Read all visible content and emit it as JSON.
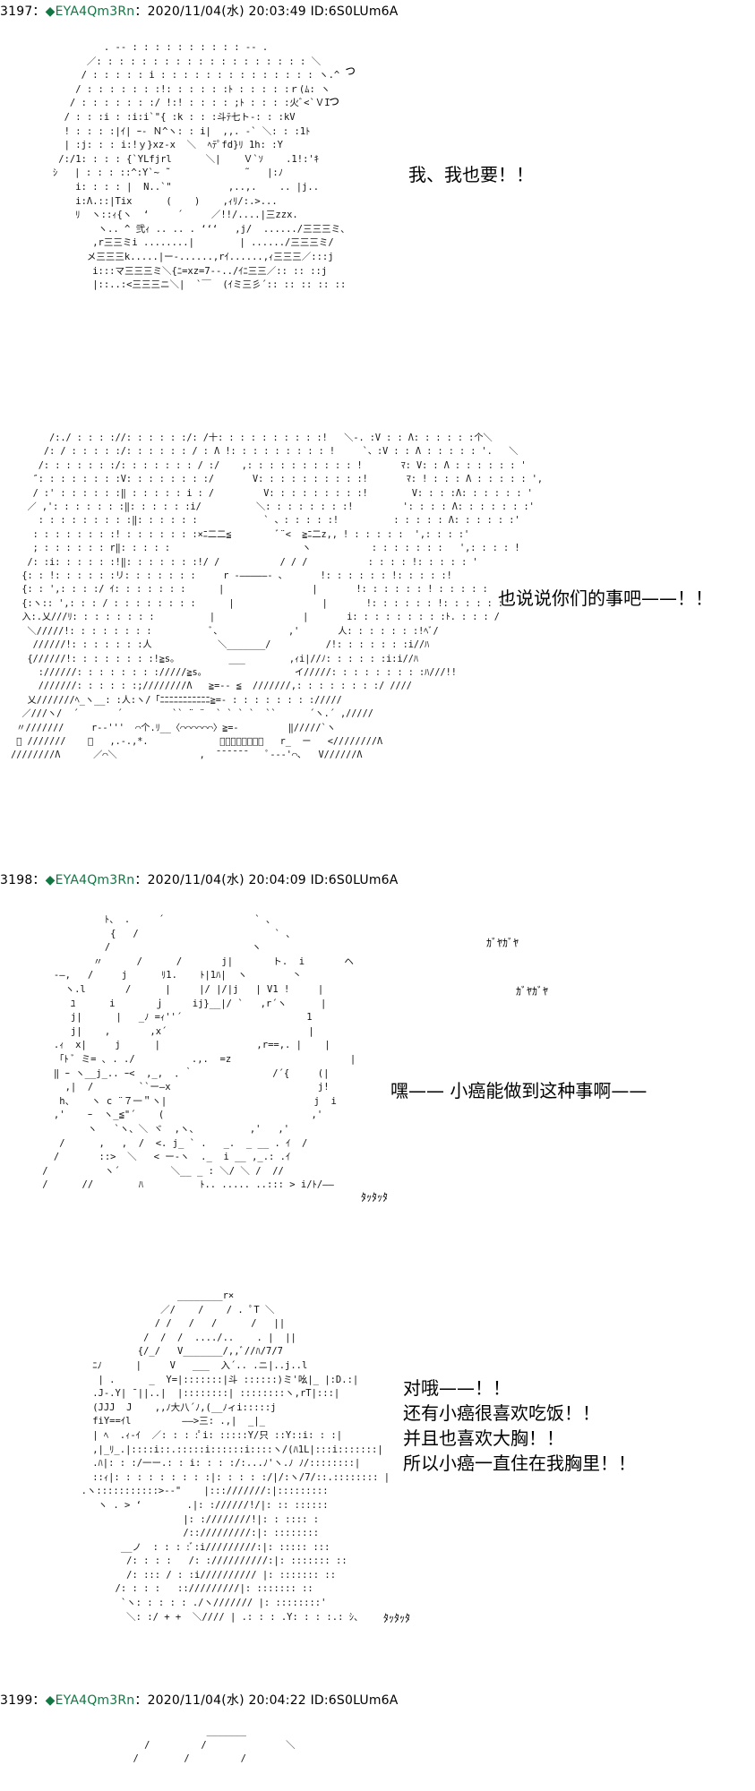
{
  "posts": [
    {
      "num": "3197：",
      "name": "◆EYA4Qm3Rn",
      "meta": "：2020/11/04(水) 20:03:49 ID:6S0LUm6A"
    },
    {
      "num": "3198：",
      "name": "◆EYA4Qm3Rn",
      "meta": "：2020/11/04(水) 20:04:09 ID:6S0LUm6A"
    },
    {
      "num": "3199：",
      "name": "◆EYA4Qm3Rn",
      "meta": "：2020/11/04(水) 20:04:22 ID:6S0LUm6A"
    }
  ],
  "dialogue": {
    "d1": "我、我也要！！",
    "d2": "也说说你们的事吧——！！",
    "d3": "嘿——  小癌能做到这种事啊——",
    "d4": [
      "对哦——！！",
      "还有小癌很喜欢吃饭！！",
      "并且也喜欢大胸！！",
      "所以小癌一直住在我胸里！！"
    ]
  },
  "sfx": {
    "s1": "ｶﾞﾔｶﾞﾔ",
    "s2": "ｶﾞﾔｶﾞﾔ",
    "s3": "ﾀｯﾀｯﾀ",
    "s4": "ﾀｯﾀｯﾀ"
  },
  "ascii_art": {
    "a1": "            . -‐ : : : : : : : : : : ‐- .\n         ／: : : : : : : : : : : : : : : : : : : ＼\n        / : : : : : i : : : : : : : : : : : : : : ヽ.^\n       / : : : : : : :!: : : : : :ﾄ : : : : :ｒ(ﾑ: ヽ\n      / : : : : : : :/ !:! : : : : ;ﾄ : : : :火ﾞ<`ＶI\n     / : : :i : :i:i`\"{ :k : : :斗ﾃ七ト-: : :kV\n     ! : : : :|ｲ| ｰ‐ Ｎ^ヽ: : i|  ,,. ‐` ＼: : :1ﾄ\n     | :j: : : i:!ｙ}xz‐x  ＼  ﾍﾃﾟfd}ﾘ 1h: :Y\n    /:/1: : : : {`YLfjrl      ＼|    Ｖ`ｿ    .1!:'ｷ\n   ｼ   | : : : ::^:Y`~ ˜             ˜   |:ﾉ\n       i: : : : |  N..`\"          ,..,.    .. |j..\n       i:Λ.::|Tix      (    )    ,ｨﾘ/:.>...\n       ﾘ  ヽ::ｨ{ヽ  ‘     ´     ／!!/....|三zzx.\n           ヽ.. ^ 弐ｨ .. .. . ‘‘‘   ,j/  ....../三三三ミ、\n          ,r三三ミi ........|        | ....../三三三ミ/\n         メ三三三k.....|ー-......,rｲ......,ｨ三三三／:::j\n          i:::マ三三三ミ＼{ﾆ=xz=7‐‐../ｲﾆ三三／:: :: ::j\n          |::..:<三三三ニ＼|  `￣  (ｲミ三彡´:: :: :: :: ::",
    "a2": "        /:./ : : : ://: : : : : :/: /十: : : : : : : : : :!   ＼-. :V : : Λ: : : : : :个＼\n       /: / : : : : :/: : : : : : / : Λ !: : : : : : : : : !     `、:V : : Λ : : : : : '.   ＼\n      /: : : : : : :/: : : : : : : / :/    ,: : : : : : : : : : !       ﾏ: V: : Λ : : : : : : '\n     ″: : : : : : : :V: : : : : : : :/       V: : : : : : : : : :!       ﾏ: ! : : : Λ : : : : : ',\n     / :' : : : : : :‖ : : : : : i : /         V: : : : : : : : :!        V: : : :Λ: : : : : : '\n    ／ ,': : : : : : :‖: : : : : :i/          ＼: : : : : : : :!         ': : : : Λ: : : : : : :'\n      : : : : : : : : :‖: : : : : :            ` 、: : : : :!          : : : : : Λ: : : : : :'\n     : : : : : : : :! : : : : : : :×ﾆ二二≦        ﾞ¨<  ≧ﾆ二z,, ! : : : : :  ',: : : :'\n     ; : : : : : : r‖: : : : :                        ヽ           : : : : : : :   ',: : : : !\n    /: :i: : : : : :!‖: : : : : : :!/ /           / / /           : : : : !: : : : : '\n   {: : !: : : : : :リ: : : : : : :     r -―――――- 、      !: : : : : : !: : : : :!\n   {: : ',: : : :/ ｲ: : : : : : :      |                |       !: : : : : : ! : : : : :\n   {:ヽ:: ',: : : / : : : : : : : :      |                |       !: : : : : : !: : : : : :'\n   入:.乂///ﾘ: : : : : : : :          |                |       i: : : : : : : : :ﾄ. : : : /\n    ＼/////!: : : : : : : :           ﾞ、            ,'       人: : : : : : :!ﾍﾞ/\n     //////!: : : : : : :人            ＼_______/          /!: : : : : : :i//ﾊ\n    {//////!: : : : : : : :!≧s。         ___        ,ｨi|//ﾉ: : : : : :i:i//ﾊ\n      ://////: : : : : : : ://///≧s。                イ/////: : : : : : : : :ﾊ///!!\n      ///////: : : : : :;////////Λ   ≧=-- ≦  ///////,: : : : : : : :/ ////\n    乂///////ﾍ_ヽ__: :人:ヽ/「ﾆﾆﾆﾆﾆﾆﾆﾆﾆﾆﾆ≧=- : : : : : : : ://///\n   ／///ヽ/  ´       ´         `` ¨ ¨  ` ` ` `  ``      ´ヽ.´ ,/////\n  〃///////     r‐‐'''  ⌒个.ﾘ__〈⌒⌒⌒⌒⌒⌒〉≧=-         ‖/////`ヽ\n  ﾞ ///////    ／   ,.-.,*.             ￣￣￣￣￣￣￣￣   r_  ー   <////////Λ\n ////////Λ      ／⌒＼               ,  ̄ ̄ ̄ ̄ ̄ ̄    ﾟ‐‐‐'⌒､   V//////Λ",
    "a3": "               ﾄ、 .     ´                ` 、\n                {   /                        ` 、\n               /                         ヽ\n             〃      /      /       j|       ト.  i       ヘ\n      ‐―,   /     j      ﾘ1.    ﾄ|1ﾊ|  ヽ        丶\n        ヽ.l       /      |     |/ |/|j   | V1 !     |\n         ﾕ      i       ｊ     ij}__|/ `   ,r´ヽ      |\n         j|      |   _ﾉ =ｨ''´                      1\n         j|    ,       ,x´                         |\n      .ｨ  x|     j      |                 ,r==,. |    |\n       ｢ﾄ ﾞ ミ= ､ . ./          .,.  =z                     |\n      ‖ ｰ ヽ__j_.. ｰ<  ,_,  ．｀              /´{     (|\n        ,|  /        ``ー―x                          j!\n       h、   ヽ c ¨７一＂ヽ|                          j  i\n      ,'    ｰ  ヽ_≦\"´    (                          ,'\n            ヽ   `ヽ、＼ ヾ  ,ヽ、         ,'   ,'\n       /      ,   ,  /  <. j_ ` .   _.  _ __ . ｲ  /\n      /       ::>  ＼   < ー-ヽ  ._  i __ ,_.: .ｲ\n    /          ヽ´         ＼__ _ : ＼/ ＼ /  //\n    /      //        ﾊ          ﾄ.. ..... ..::: > i/ﾄ/――",
    "a4": "                         ________r×\n                      ／/    /    / . ﾟT ＼\n                     / /   /   /      /   ||\n                   /  /  /  ..../..    . |  ||\n                  {/_/   V_______/,,ﾞ//ﾊ/7/7\n          ﾆﾉ      |     V   ___  入´.. .ニ|..j..l\n           | .      _  Y=|:::::::|斗 ::::::)ミ'吆|_ |:D.:|\n          .J-.Y| ¯||..|  |::::::::| ::::::::ヽ,rT|:::|\n          (JJJ  J    ,,ﾉ大八´ﾉ,(__ﾉィi:::::j\n          fiY==ｲl         ――>三: .,|  _|_\n          | ﾍ  .ｨ-ｲ  ／: : : :ﾟi: :::::Y/只 ::Y::i: : :|\n          ,|_ﾘ_.|::::i::.:::::i::::::i::::ヽ/(ﾊ1L|:::i:::::::|\n          .ﾊ|: : :/一ー.: : i: : : :/:...ﾉ'ヽ.ﾉ ﾉ/::::::::|\n          ::ｨ|: : : : : : : : :|: : : : :/|/:ヽ/7/::.:::::::: |\n        .ヽ:::::::::::>‐-\"    |:::///////:|:::::::::\n           ヽ . > ‘        .|: ://////!/|: :: ::::::\n                          |: :////////!|: : :::: :\n                          /:://///////:|: ::::::::\n               __ノ  : : : :ﾞ:i/////////:|: ::::: :::\n                /: : : :   /: ://////////:|: ::::::: ::\n                /: ::: / : :i////////// |: ::::::: ::\n              /: : : :   :://///////|: ::::::: ::\n               `ヽ: : : : : ./ヽ/////// |: ::::::::'\n                ＼: :/ + +  ＼//// | .: : : .Y: : : :.: ｼ、",
    "a5": "                           _______\n                /         /              ＼\n              /        /         /"
  }
}
